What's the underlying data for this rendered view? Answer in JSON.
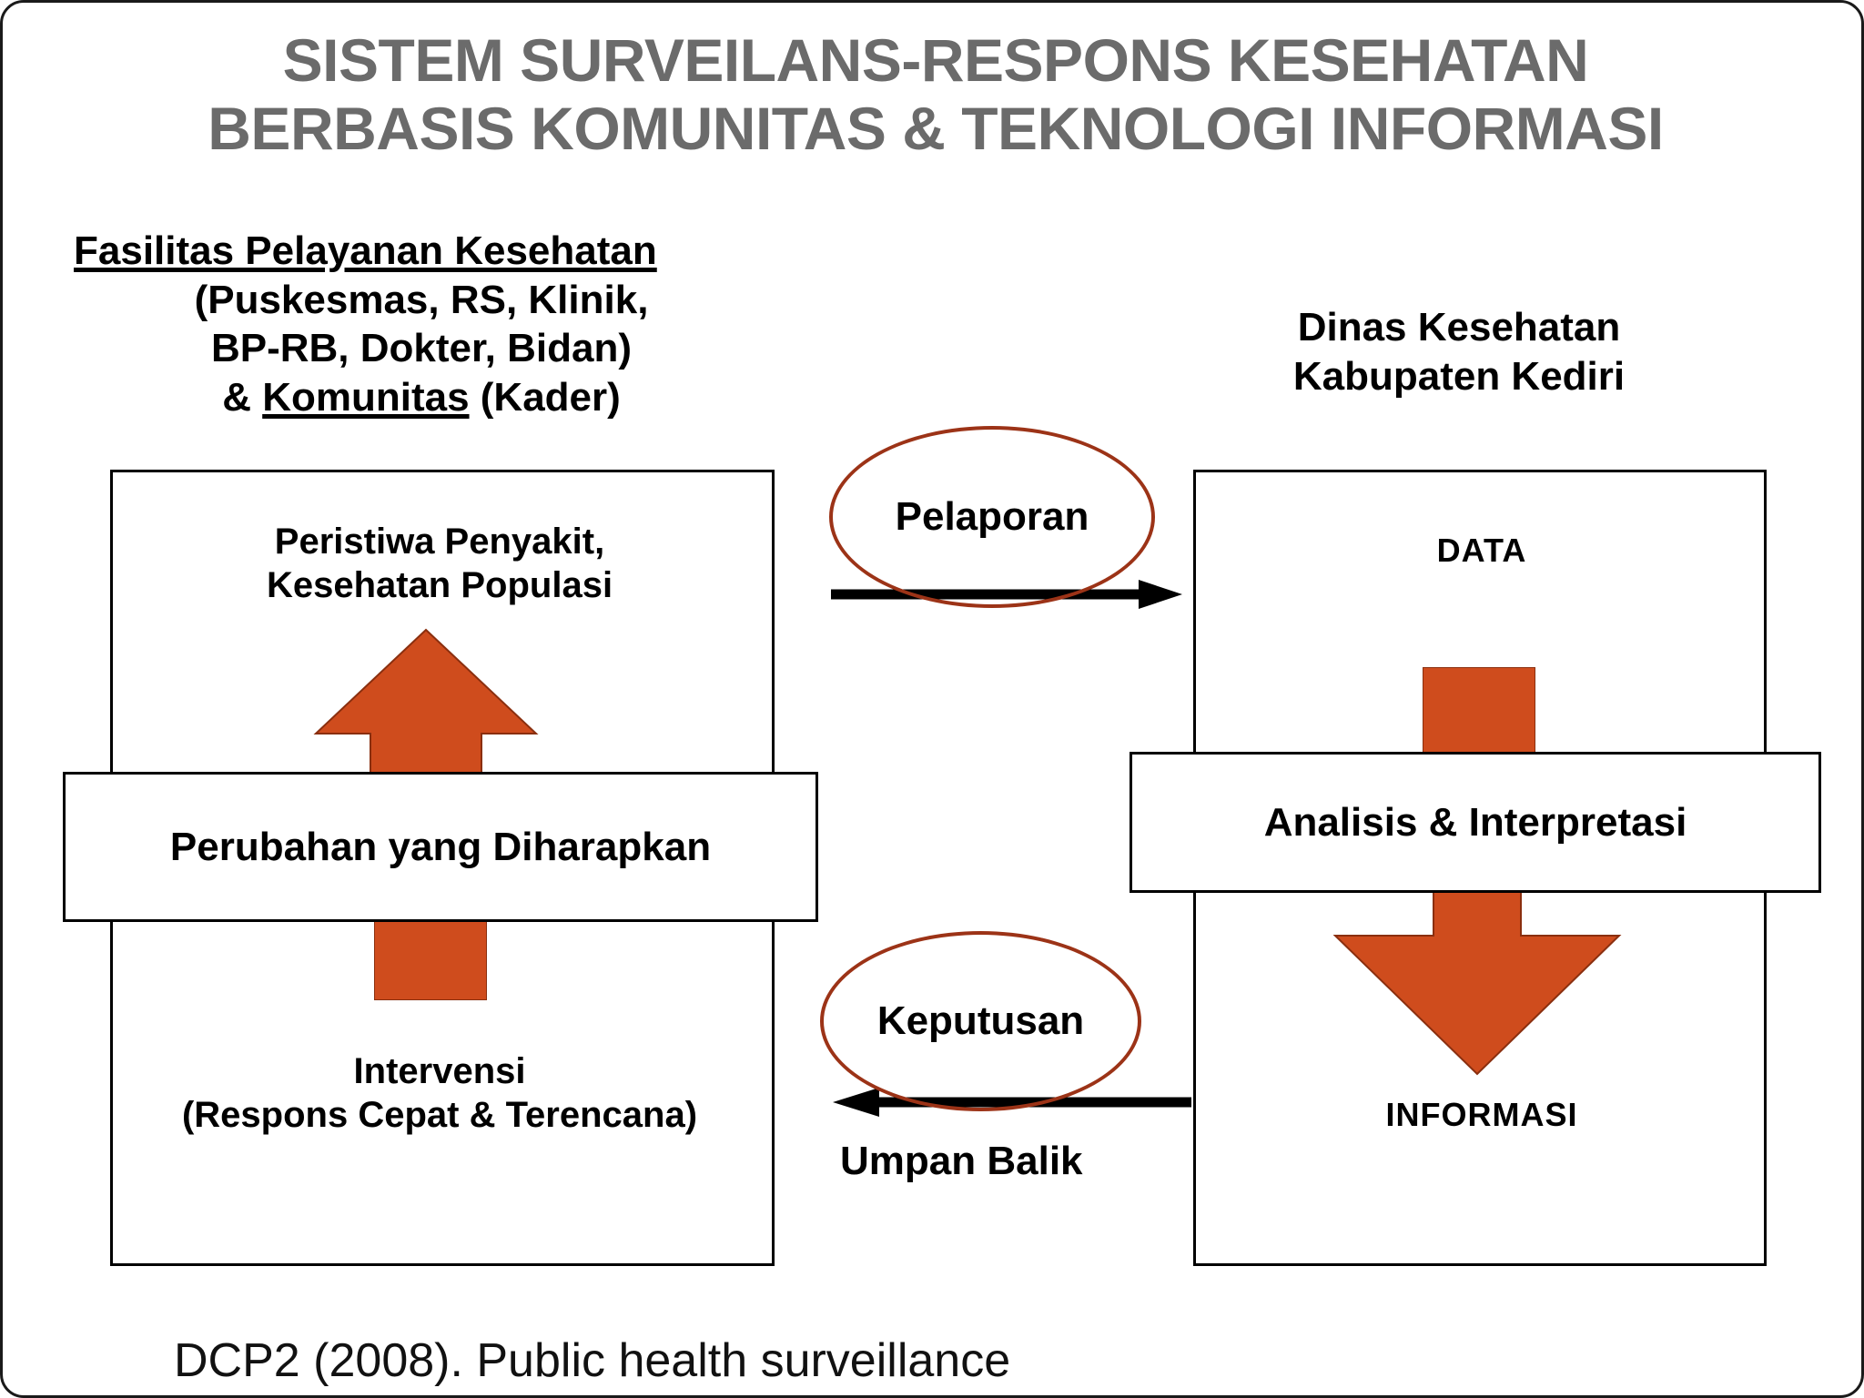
{
  "slide": {
    "title_line1": "SISTEM SURVEILANS-RESPONS KESEHATAN",
    "title_line2": "BERBASIS KOMUNITAS & TEKNOLOGI INFORMASI",
    "title_color": "#6b6b6b",
    "background": "#ffffff",
    "accent_orange": "#cf4c1d",
    "accent_ellipse": "#9c3317",
    "footer": "DCP2 (2008). Public health surveillance"
  },
  "left_column": {
    "header_line1": "Fasilitas Pelayanan Kesehatan",
    "header_line2": "(Puskesmas, RS, Klinik,",
    "header_line3": "BP-RB, Dokter, Bidan)",
    "header_line4_prefix": "& ",
    "header_line4_underlined": "Komunitas",
    "header_line4_suffix": " (Kader)",
    "box": {
      "top_text_line1": "Peristiwa Penyakit,",
      "top_text_line2": "Kesehatan Populasi",
      "overlay_label": "Perubahan yang Diharapkan",
      "bottom_text_line1": "Intervensi",
      "bottom_text_line2": "(Respons Cepat & Terencana)"
    }
  },
  "right_column": {
    "header_line1": "Dinas Kesehatan",
    "header_line2": "Kabupaten Kediri",
    "box": {
      "top_label": "DATA",
      "overlay_label": "Analisis & Interpretasi",
      "bottom_label": "INFORMASI"
    }
  },
  "connectors": {
    "top_ellipse_label": "Pelaporan",
    "bottom_ellipse_label": "Keputusan",
    "feedback_caption": "Umpan Balik"
  }
}
